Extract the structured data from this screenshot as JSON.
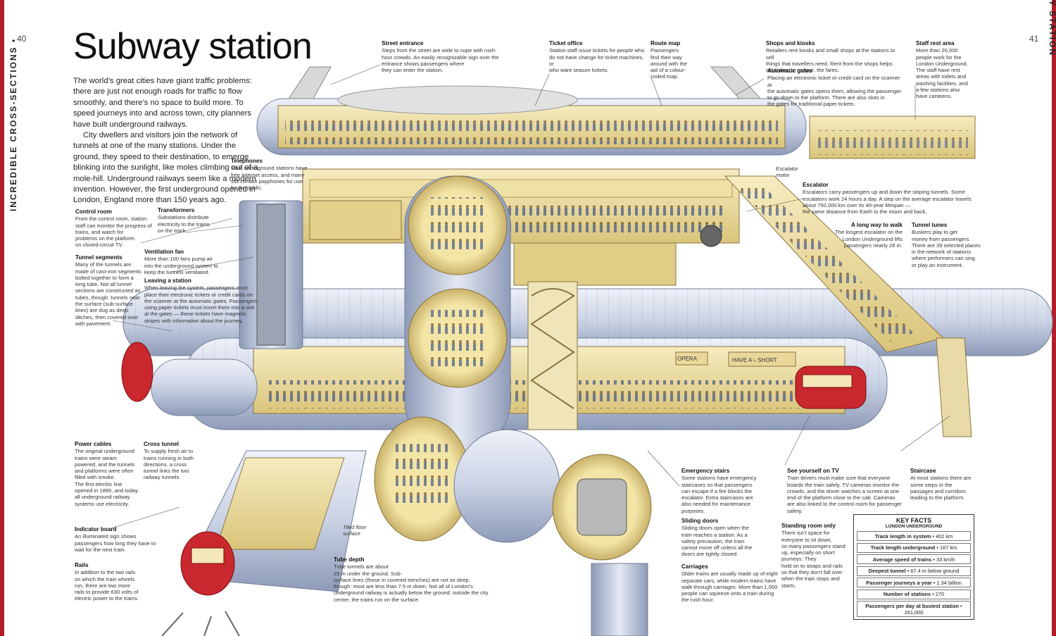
{
  "page": {
    "left_number": "40",
    "right_number": "41",
    "left_running_head": "INCREDIBLE CROSS-SECTIONS  •",
    "right_running_head": "•  SUBWAY STATION"
  },
  "title": "Subway station",
  "intro": {
    "p1": "The world’s great cities have giant traffic problems: there are just not enough roads for traffic to flow smoothly, and there’s no space to build more. To speed journeys into and across town, city planners have built underground railways.",
    "p2": "City dwellers and visitors join the network of tunnels at one of the many stations. Under the ground, they speed to their destination, to emerge blinking into the sunlight, like moles climbing out of a mole-hill. Underground railways seem like a modern invention. However, the first underground opened in London, England more than 150 years ago."
  },
  "annotations": [
    {
      "id": "street-entrance",
      "title": "Street entrance",
      "lines": [
        "Steps from the street are wide to cope with rush-",
        "hour crowds. An easily recognizable sign over the",
        "entrance shows passengers where",
        "they can enter the station."
      ]
    },
    {
      "id": "ticket-office",
      "title": "Ticket office",
      "lines": [
        "Station staff issue tickets for people who",
        "do not have change for ticket machines, or",
        "who want season tickets."
      ]
    },
    {
      "id": "route-map",
      "title": "Route map",
      "lines": [
        "Passengers",
        "find their way",
        "around with the",
        "aid of a colour-",
        "coded map."
      ]
    },
    {
      "id": "shops-kiosks",
      "title": "Shops and kiosks",
      "lines": [
        "Retailers rent kiosks and small shops at the stations to sell",
        "things that travellers need. Rent from the shops helps",
        "subsidize, or reduce, the fares."
      ]
    },
    {
      "id": "automatic-gates",
      "title": "Automatic gates",
      "lines": [
        "Placing an electronic ticket or credit card on the scanner at",
        "the automatic gates opens them, allowing the passenger",
        "to go down to the platform. There are also slots in",
        "the gates for traditional paper tickets."
      ]
    },
    {
      "id": "staff-rest-area",
      "title": "Staff rest area",
      "lines": [
        "More than 20,000",
        "people work for the",
        "London Underground.",
        "The staff have rest",
        "areas with toilets and",
        "washing facilities, and",
        "a few stations also",
        "have canteens."
      ]
    },
    {
      "id": "telephones",
      "title": "Telephones",
      "lines": [
        "Most underground stations have",
        "free Internet access, and many",
        "still contain payphones for use",
        "by the public."
      ]
    },
    {
      "id": "control-room",
      "title": "Control room",
      "lines": [
        "From the control room, station",
        "staff can monitor the progress of",
        "trains, and watch for",
        "problems on the platform",
        "on closed-circuit TV."
      ]
    },
    {
      "id": "transformers",
      "title": "Transformers",
      "lines": [
        "Substations distribute",
        "electricity to the trains",
        "on the track."
      ]
    },
    {
      "id": "tunnel-segments",
      "title": "Tunnel segments",
      "lines": [
        "Many of the tunnels are",
        "made of cast-iron segments",
        "bolted together to form a",
        "long tube. Not all tunnel",
        "sections are constructed as",
        "tubes, though: tunnels near",
        "the surface (sub-surface",
        "lines) are dug as deep",
        "ditches, then covered over",
        "with pavement."
      ]
    },
    {
      "id": "ventilation-fan",
      "title": "Ventilation fan",
      "lines": [
        "More than 100 fans pump air",
        "into the underground system to",
        "keep the tunnels ventilated."
      ]
    },
    {
      "id": "leaving-station",
      "title": "Leaving a station",
      "lines": [
        "When leaving the system, passengers must",
        "place their electronic tickets or credit cards on",
        "the scanner at the automatic gates. Passengers",
        "using paper tickets must insert them into a slot",
        "at the gates — these tickets have magnetic",
        "stripes with information about the journey."
      ]
    },
    {
      "id": "escalator",
      "title": "Escalator",
      "lines": [
        "Escalators carry passengers up and down the sloping tunnels. Some",
        "escalators work 24 hours a day. A step on the average escalator travels",
        "about 750,000 km over its 40-year lifespan —",
        "the same distance from Earth to the moon and back."
      ]
    },
    {
      "id": "long-walk",
      "title": "A long way to walk",
      "lines": [
        "The longest escalator on the",
        "London Underground lifts",
        "passengers nearly 28 m."
      ]
    },
    {
      "id": "tunnel-tunes",
      "title": "Tunnel tunes",
      "lines": [
        "Buskers play to get",
        "money from passengers.",
        "There are 39 selected places",
        "in the network of stations",
        "where performers can sing",
        "or play an instrument."
      ]
    },
    {
      "id": "power-cables",
      "title": "Power cables",
      "lines": [
        "The original underground",
        "trains were steam",
        "powered, and the tunnels",
        "and platforms were often",
        "filled with smoke.",
        "The first electric line",
        "opened in 1890, and today",
        "all underground railway",
        "systems use electricity."
      ]
    },
    {
      "id": "cross-tunnel",
      "title": "Cross tunnel",
      "lines": [
        "To supply fresh air to",
        "trains running in both",
        "directions, a cross",
        "tunnel links the two",
        "railway tunnels."
      ]
    },
    {
      "id": "indicator-board",
      "title": "Indicator board",
      "lines": [
        "An illuminated sign shows",
        "passengers how long they have to",
        "wait for the next train."
      ]
    },
    {
      "id": "rails",
      "title": "Rails",
      "lines": [
        "In addition to the two rails",
        "on which the train wheels",
        "run, there are two more",
        "rails to provide 630 volts of",
        "electric power to the trains."
      ]
    },
    {
      "id": "emergency-stairs",
      "title": "Emergency stairs",
      "lines": [
        "Some stations have emergency",
        "staircases so that passengers",
        "can escape if a fire blocks the",
        "escalator. Extra staircases are",
        "also needed for maintenance",
        "purposes."
      ]
    },
    {
      "id": "see-yourself-tv",
      "title": "See yourself on TV",
      "lines": [
        "Train drivers must make sure that everyone",
        "boards the train safely. TV cameras monitor the",
        "crowds, and the driver watches a screen at one",
        "end of the platform close to the cab. Cameras",
        "are also linked to the control room for passenger",
        "safety."
      ]
    },
    {
      "id": "staircase",
      "title": "Staircase",
      "lines": [
        "At most stations there are",
        "some steps in the",
        "passages and corridors",
        "leading to the platform."
      ]
    },
    {
      "id": "sliding-doors",
      "title": "Sliding doors",
      "lines": [
        "Sliding doors open when the",
        "train reaches a station. As a",
        "safety precaution, the train",
        "cannot move off unless all the",
        "doors are tightly closed."
      ]
    },
    {
      "id": "standing-room",
      "title": "Standing room only",
      "lines": [
        "There isn’t space for",
        "everyone to sit down,",
        "so many passengers stand",
        "up, especially on short",
        "journeys. They",
        "hold on to straps and rails",
        "so that they don’t fall over",
        "when the train stops and",
        "starts."
      ]
    },
    {
      "id": "carriages",
      "title": "Carriages",
      "lines": [
        "Older trains are usually made up of eight",
        "separate cars, while modern trains have",
        "walk-through carriages. More than 1,000",
        "people can squeeze onto a train during",
        "the rush hour."
      ]
    },
    {
      "id": "tube-depth",
      "title": "Tube depth",
      "lines": [
        "Tube tunnels are about",
        "25 m under the ground. Sub-",
        "surface lines (those in covered trenches) are not so deep,",
        "though: most are less than 7.5 m down. Not all of London’s",
        "underground railway is actually below the ground: outside the city",
        "centre, the trains run on the surface."
      ]
    }
  ],
  "labels": {
    "escalator_motor": [
      "Escalator",
      "motor"
    ],
    "tiled_floor": [
      "Tiled floor",
      "surface"
    ]
  },
  "art_signs": {
    "sign1": "OPERA",
    "sign2": "HAVE A ♭ SHORT"
  },
  "key_facts": {
    "title": "KEY FACTS",
    "subtitle": "LONDON UNDERGROUND",
    "rows": [
      {
        "label": "Track length in system",
        "value": "• 402 km"
      },
      {
        "label": "Track length underground",
        "value": "• 167 km"
      },
      {
        "label": "Average speed of trains",
        "value": "• 33 km/h"
      },
      {
        "label": "Deepest tunnel",
        "value": "• 67.4 m below ground"
      },
      {
        "label": "Passenger journeys a year",
        "value": "• 1.34 billion"
      },
      {
        "label": "Number of stations",
        "value": "• 270"
      },
      {
        "label": "Passengers per day at busiest station",
        "value": "• 261,000"
      }
    ]
  },
  "colors": {
    "accent": "#b21f2a",
    "tunnel": "#c9d2e4",
    "tunnel_dark": "#8e9bb8",
    "interior": "#f1e3a2",
    "interior_dark": "#d9c47a",
    "train": "#c8282e",
    "stone": "#d8d8d8"
  }
}
